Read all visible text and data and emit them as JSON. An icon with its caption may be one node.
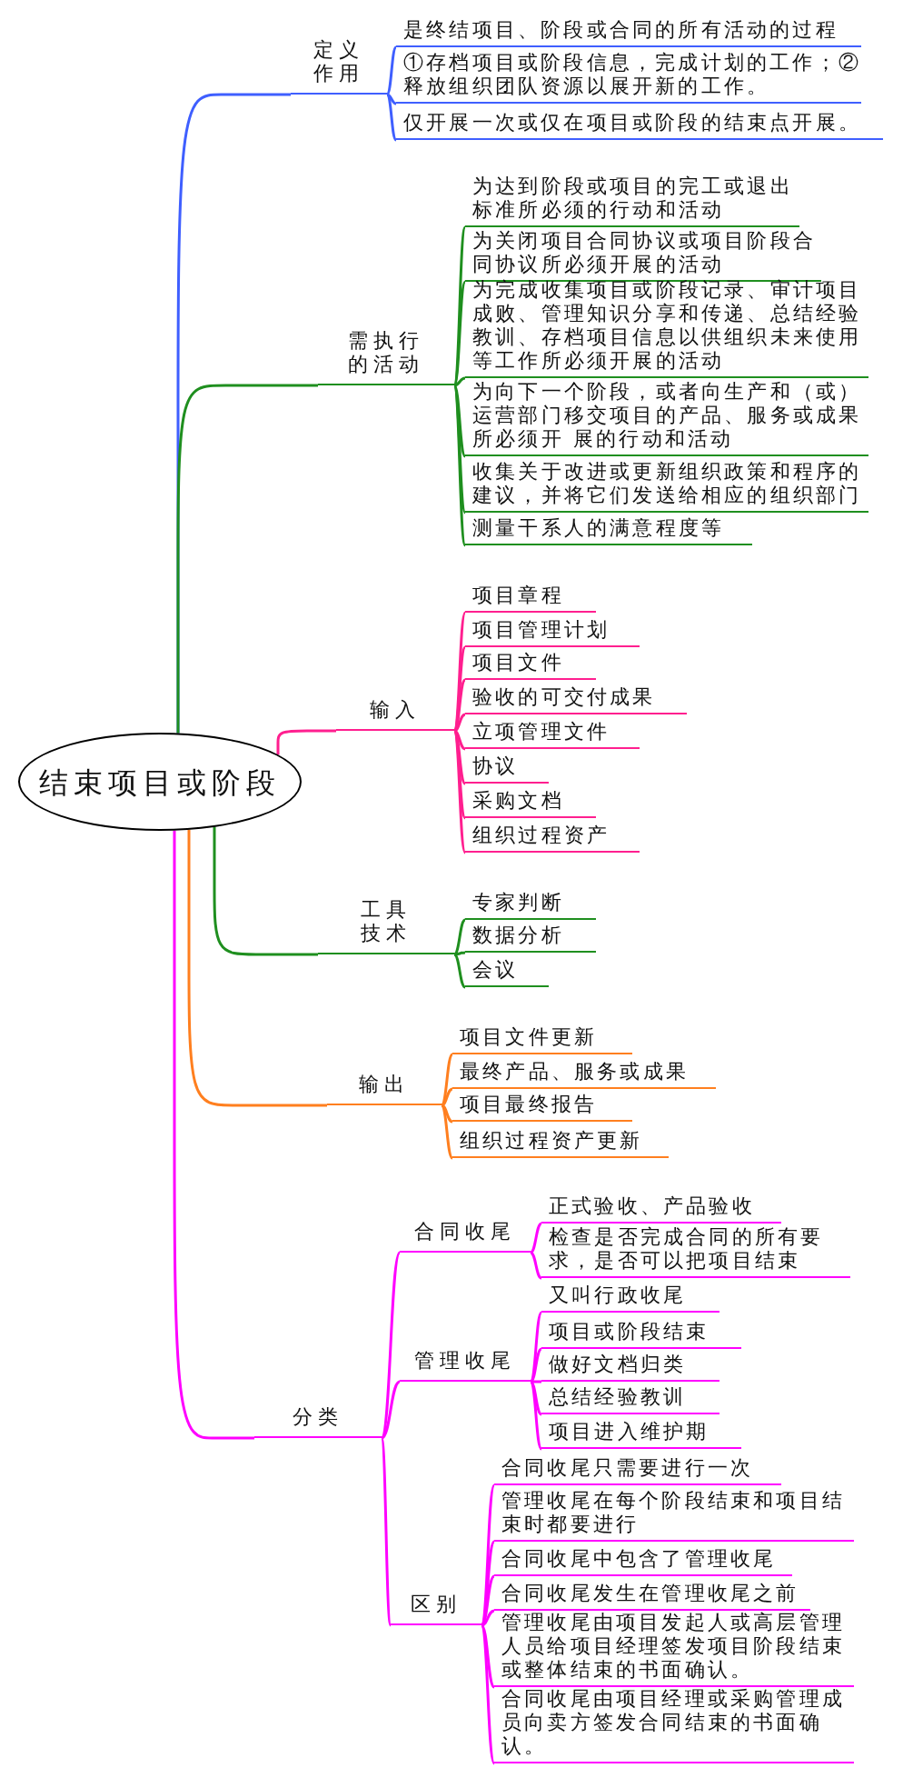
{
  "diagram": {
    "nodes": [
      {
        "text": [
          "结束项目或阶段"
        ]
      },
      {
        "text": [
          "定义作用"
        ]
      },
      {
        "text": [
          "是终结项目、阶段或合同的所有活动的过程"
        ]
      },
      {
        "text": [
          "①存档项目或阶段信息，完成计划的工作；②释放组织团队资源以展开新的工作。"
        ]
      },
      {
        "text": [
          "仅开展一次或仅在项目或阶段的结束点开展。"
        ]
      },
      {
        "text": [
          "需执行的活动"
        ]
      },
      {
        "text": [
          "为达到阶段或项目的完工或退出标准所必须的行动和活动"
        ]
      },
      {
        "text": [
          "为关闭项目合同协议或项目阶段合同协议所必须开展的活动"
        ]
      },
      {
        "text": [
          "为完成收集项目或阶段记录、审计项目成败、管理知识分享和传递、总结经验教训、存档项目信息以供组织未来使用等工作所必须开展的活动"
        ]
      },
      {
        "text": [
          "为向下一个阶段，或者向生产和（或）运营部门移交项目的产品、服务或成果所必须开 展的行动和活动"
        ]
      },
      {
        "text": [
          "收集关于改进或更新组织政策和程序的建议，并将它们发送给相应的组织部门"
        ]
      },
      {
        "text": [
          "测量干系人的满意程度等"
        ]
      },
      {
        "text": [
          "输入"
        ]
      },
      {
        "text": [
          "项目章程"
        ]
      },
      {
        "text": [
          "项目管理计划"
        ]
      },
      {
        "text": [
          "项目文件"
        ]
      },
      {
        "text": [
          "验收的可交付成果"
        ]
      },
      {
        "text": [
          "立项管理文件"
        ]
      },
      {
        "text": [
          "协议"
        ]
      },
      {
        "text": [
          "采购文档"
        ]
      },
      {
        "text": [
          "组织过程资产"
        ]
      },
      {
        "text": [
          "工具技术"
        ]
      },
      {
        "text": [
          "专家判断"
        ]
      },
      {
        "text": [
          "数据分析"
        ]
      },
      {
        "text": [
          "会议"
        ]
      },
      {
        "text": [
          "输出"
        ]
      },
      {
        "text": [
          "项目文件更新"
        ]
      },
      {
        "text": [
          "最终产品、服务或成果"
        ]
      },
      {
        "text": [
          "项目最终报告"
        ]
      },
      {
        "text": [
          "组织过程资产更新"
        ]
      },
      {
        "text": [
          "分类"
        ]
      },
      {
        "text": [
          "合同收尾"
        ]
      },
      {
        "text": [
          "正式验收、产品验收"
        ]
      },
      {
        "text": [
          "检查是否完成合同的所有要求，是否可以把项目结束"
        ]
      },
      {
        "text": [
          "管理收尾"
        ]
      },
      {
        "text": [
          "又叫行政收尾"
        ]
      },
      {
        "text": [
          "项目或阶段结束"
        ]
      },
      {
        "text": [
          "做好文档归类"
        ]
      },
      {
        "text": [
          "总结经验教训"
        ]
      },
      {
        "text": [
          "项目进入维护期"
        ]
      },
      {
        "text": [
          "区别"
        ]
      },
      {
        "text": [
          "合同收尾只需要进行一次"
        ]
      },
      {
        "text": [
          "管理收尾在每个阶段结束和项目结束时都要进行"
        ]
      },
      {
        "text": [
          "合同收尾中包含了管理收尾"
        ]
      },
      {
        "text": [
          "合同收尾发生在管理收尾之前"
        ]
      },
      {
        "text": [
          "管理收尾由项目发起人或高层管理人员给项目经理签发项目阶段结束或整体结束的书面确认。"
        ]
      },
      {
        "text": [
          "合同收尾由项目经理或采购管理成员向卖方签发合同结束的书面确认。"
        ]
      }
    ],
    "edges": [
      {
        "from": 0,
        "to": 1,
        "arrow": "none",
        "color": "#3f5fff"
      },
      {
        "from": 0,
        "to": 5,
        "arrow": "none",
        "color": "#1f8f1f"
      },
      {
        "from": 0,
        "to": 12,
        "arrow": "none",
        "color": "#ff1f8f"
      },
      {
        "from": 0,
        "to": 21,
        "arrow": "none",
        "color": "#1f8f1f"
      },
      {
        "from": 0,
        "to": 25,
        "arrow": "none",
        "color": "#ff7f1f"
      },
      {
        "from": 0,
        "to": 30,
        "arrow": "none"
      },
      {
        "from": 1,
        "to": 2,
        "arrow": "none",
        "color": "#3f5fff"
      },
      {
        "from": 1,
        "to": 3,
        "arrow": "none",
        "color": "#3f5fff"
      },
      {
        "from": 1,
        "to": 4,
        "arrow": "none",
        "color": "#3f5fff"
      },
      {
        "from": 5,
        "to": 6,
        "arrow": "none",
        "color": "#1f8f1f"
      },
      {
        "from": 5,
        "to": 7,
        "arrow": "none",
        "color": "#1f8f1f"
      },
      {
        "from": 5,
        "to": 8,
        "arrow": "none",
        "color": "#1f8f1f"
      },
      {
        "from": 5,
        "to": 9,
        "arrow": "none",
        "color": "#1f8f1f"
      },
      {
        "from": 5,
        "to": 10,
        "arrow": "none",
        "color": "#1f8f1f"
      },
      {
        "from": 5,
        "to": 11,
        "arrow": "none",
        "color": "#1f8f1f"
      },
      {
        "from": 12,
        "to": 13,
        "arrow": "none",
        "color": "#ff1f8f"
      },
      {
        "from": 12,
        "to": 14,
        "arrow": "none",
        "color": "#ff1f8f"
      },
      {
        "from": 12,
        "to": 15,
        "arrow": "none",
        "color": "#ff1f8f"
      },
      {
        "from": 12,
        "to": 16,
        "arrow": "none",
        "color": "#ff1f8f"
      },
      {
        "from": 12,
        "to": 17,
        "arrow": "none",
        "color": "#ff1f8f"
      },
      {
        "from": 12,
        "to": 18,
        "arrow": "none",
        "color": "#ff1f8f"
      },
      {
        "from": 12,
        "to": 19,
        "arrow": "none",
        "color": "#ff1f8f"
      },
      {
        "from": 12,
        "to": 20,
        "arrow": "none",
        "color": "#ff1f8f"
      },
      {
        "from": 21,
        "to": 22,
        "arrow": "none",
        "color": "#1f8f1f"
      },
      {
        "from": 21,
        "to": 23,
        "arrow": "none",
        "color": "#1f8f1f"
      },
      {
        "from": 21,
        "to": 24,
        "arrow": "none",
        "color": "#1f8f1f"
      },
      {
        "from": 25,
        "to": 26,
        "arrow": "none",
        "color": "#ff7f1f"
      },
      {
        "from": 25,
        "to": 27,
        "arrow": "none",
        "color": "#ff7f1f"
      },
      {
        "from": 25,
        "to": 28,
        "arrow": "none",
        "color": "#ff7f1f"
      },
      {
        "from": 25,
        "to": 29,
        "arrow": "none",
        "color": "#ff7f1f"
      },
      {
        "from": 30,
        "to": 31,
        "arrow": "none"
      },
      {
        "from": 30,
        "to": 34,
        "arrow": "none"
      },
      {
        "from": 30,
        "to": 40,
        "arrow": "none"
      },
      {
        "from": 31,
        "to": 32,
        "arrow": "none"
      },
      {
        "from": 31,
        "to": 33,
        "arrow": "none"
      },
      {
        "from": 34,
        "to": 35,
        "arrow": "none"
      },
      {
        "from": 34,
        "to": 36,
        "arrow": "none"
      },
      {
        "from": 34,
        "to": 37,
        "arrow": "none"
      },
      {
        "from": 34,
        "to": 38,
        "arrow": "none"
      },
      {
        "from": 34,
        "to": 39,
        "arrow": "none"
      },
      {
        "from": 40,
        "to": 41,
        "arrow": "none"
      },
      {
        "from": 40,
        "to": 42,
        "arrow": "none"
      },
      {
        "from": 40,
        "to": 43,
        "arrow": "none"
      },
      {
        "from": 40,
        "to": 44,
        "arrow": "none"
      },
      {
        "from": 40,
        "to": 45,
        "arrow": "none"
      },
      {
        "from": 40,
        "to": 46,
        "arrow": "none"
      }
    ]
  }
}
